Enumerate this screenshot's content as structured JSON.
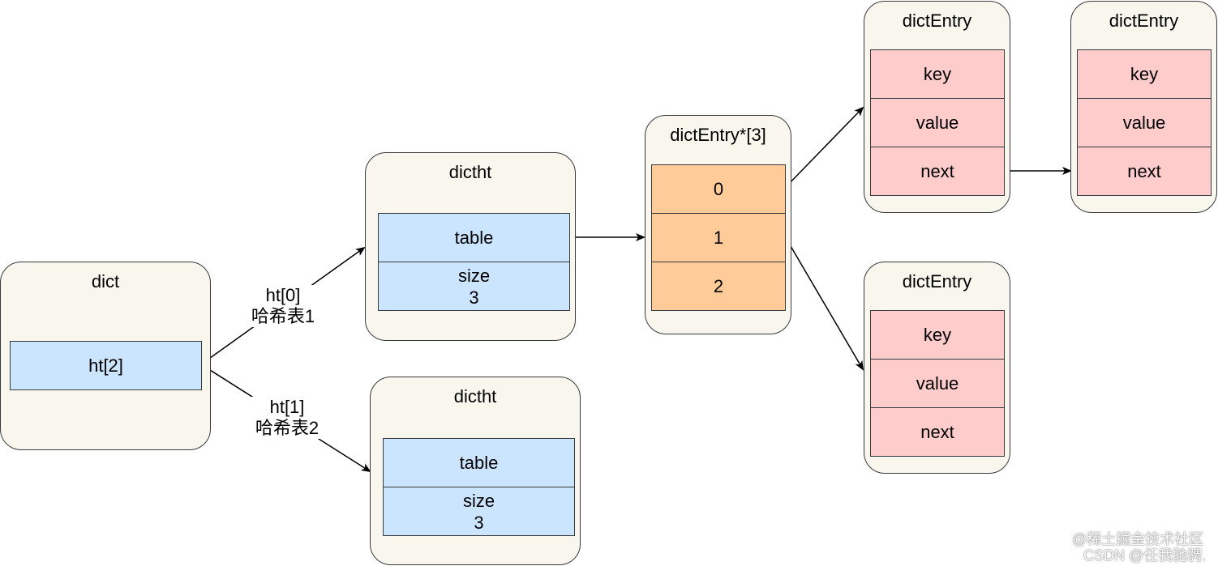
{
  "dict": {
    "title": "dict",
    "field": "ht[2]"
  },
  "edges": {
    "ht0_line1": "ht[0]",
    "ht0_line2": "哈希表1",
    "ht1_line1": "ht[1]",
    "ht1_line2": "哈希表2"
  },
  "dictht_0": {
    "title": "dictht",
    "table": "table",
    "size_label": "size",
    "size_value": "3"
  },
  "dictht_1": {
    "title": "dictht",
    "table": "table",
    "size_label": "size",
    "size_value": "3"
  },
  "bucket_array": {
    "title": "dictEntry*[3]",
    "slots": [
      "0",
      "1",
      "2"
    ]
  },
  "entry_a": {
    "title": "dictEntry",
    "fields": [
      "key",
      "value",
      "next"
    ]
  },
  "entry_b": {
    "title": "dictEntry",
    "fields": [
      "key",
      "value",
      "next"
    ]
  },
  "entry_c": {
    "title": "dictEntry",
    "fields": [
      "key",
      "value",
      "next"
    ]
  },
  "watermark": {
    "line1": "@稀土掘金技术社区",
    "line2": "CSDN @任我驰骋."
  },
  "colors": {
    "container_fill": "#f9f7ed",
    "border": "#36393d",
    "blue_fill": "#cce5ff",
    "orange_fill": "#ffcc99",
    "pink_fill": "#ffcccc"
  }
}
